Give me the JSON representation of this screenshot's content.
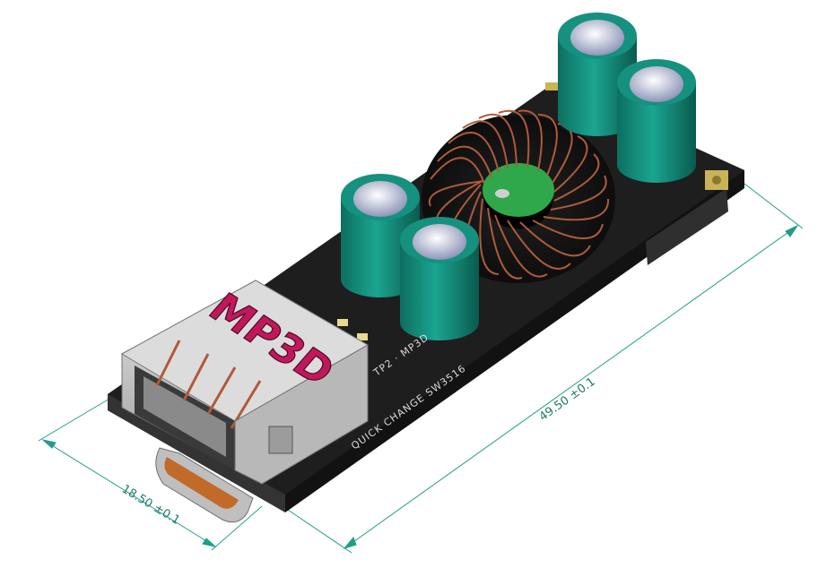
{
  "logo": {
    "text": "MP3D",
    "color": "#c2185b"
  },
  "silkscreen": {
    "line1": "TP2 · MP3D",
    "line2": "QUICK CHANGE SW3516"
  },
  "dimensions": {
    "length_label": "49.50 ±0.1",
    "width_label": "18.50 ±0.1",
    "line_color": "#1f9e89"
  },
  "colors": {
    "pcb": "#1e1e1e",
    "capacitor": "#138a7a",
    "capacitor_top": "#9fa6c2",
    "toroid_copper": "#b05a3a",
    "usb_shell": "#c9c9c9",
    "toroid_center": "#2ea84a"
  }
}
